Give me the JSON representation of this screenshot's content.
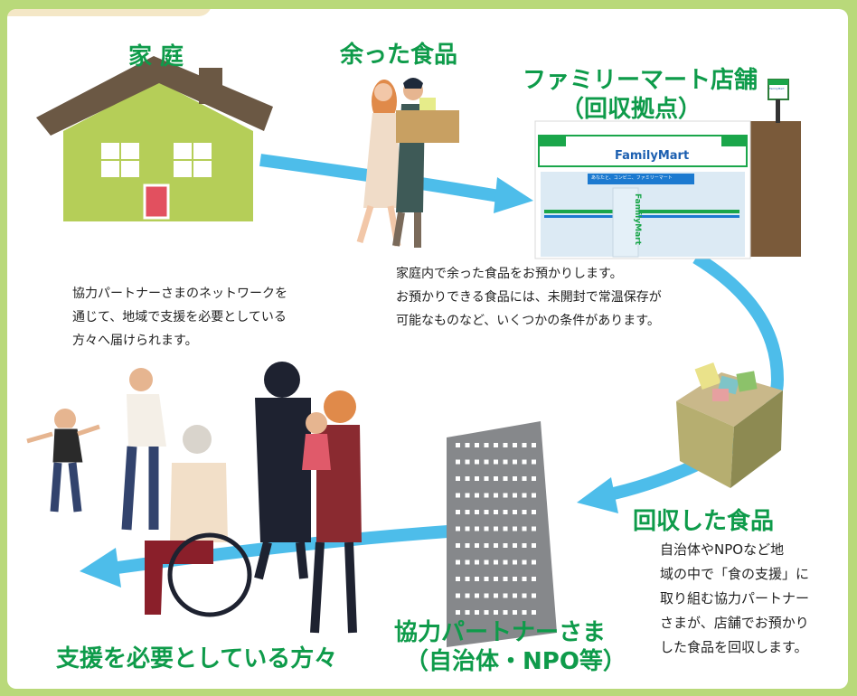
{
  "labels": {
    "home": "家 庭",
    "surplus_food": "余った食品",
    "store_line1": "ファミリーマート店舗",
    "store_line2": "（回収拠点）",
    "collected_food": "回収した食品",
    "partner_line1": "協力パートナーさま",
    "partner_line2": "（自治体・NPO等）",
    "people_in_need": "支援を必要としている方々"
  },
  "store_signs": {
    "brand": "FamilyMart",
    "tagline": "あなたと、コンビニ、ファミリーマート",
    "vertical": "FamilyMart",
    "pole_sign": "FamilyMart"
  },
  "descriptions": {
    "store": [
      "家庭内で余った食品をお預かりします。",
      "お預かりできる食品には、未開封で常温保存が",
      "可能なものなど、いくつかの条件があります。"
    ],
    "partner": [
      "自治体やNPOなど地",
      "域の中で「食の支援」に",
      "取り組む協力パートナー",
      "さまが、店舗でお預かり",
      "した食品を回収します。"
    ],
    "network": [
      "協力パートナーさまのネットワークを",
      "通じて、地域で支援を必要としている",
      "方々へ届けられます。"
    ]
  },
  "colors": {
    "accent_green": "#0e9b4a",
    "arrow_blue": "#4dbdea",
    "frame_green": "#b9d97a",
    "house_green": "#b5ce58",
    "roof_brown": "#6b5844",
    "store_brown": "#7a5a3a",
    "building_gray": "#86888b"
  }
}
